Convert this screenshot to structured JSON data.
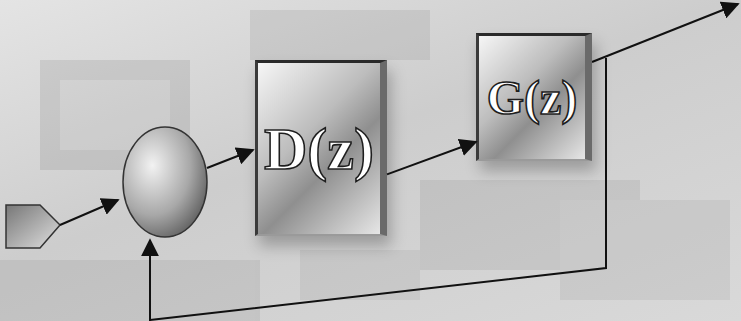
{
  "diagram": {
    "nodes": [
      {
        "text": [
          "D(z)"
        ]
      },
      {
        "text": [
          "G(z)"
        ]
      }
    ],
    "edges": [
      {
        "from": 0,
        "to": 1,
        "arrow": "to"
      }
    ]
  }
}
